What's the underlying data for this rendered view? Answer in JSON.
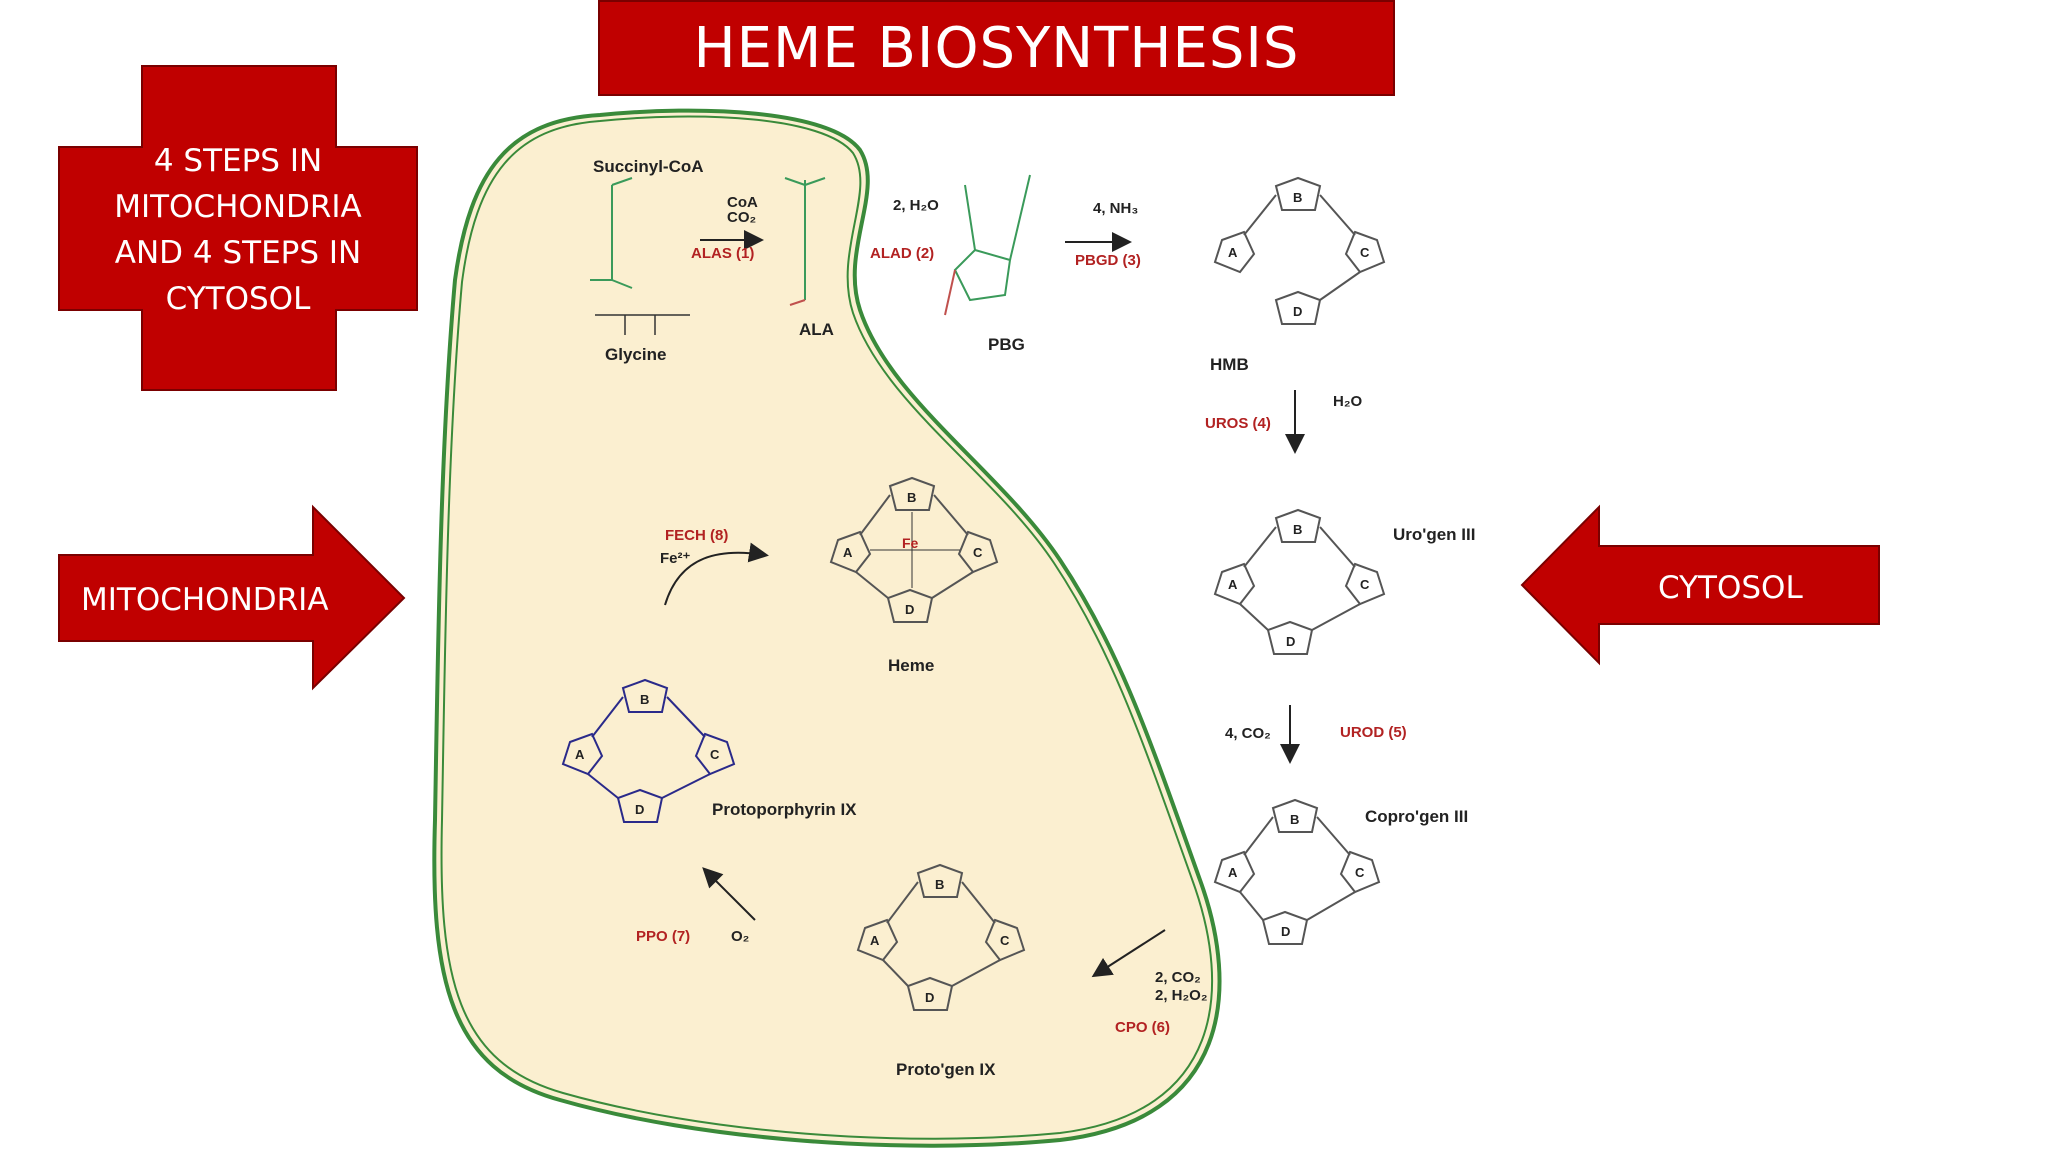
{
  "title": "HEME BIOSYNTHESIS",
  "callouts": {
    "steps": [
      "4 STEPS IN",
      "MITOCHONDRIA",
      "AND 4 STEPS IN",
      "CYTOSOL"
    ],
    "left_arrow": "MITOCHONDRIA",
    "right_arrow": "CYTOSOL"
  },
  "colors": {
    "accent": "#c00000",
    "mito_fill": "#fbefd0",
    "mito_border": "#3a8a3a",
    "enzyme": "#b22222"
  },
  "compounds": {
    "succinyl": "Succinyl-CoA",
    "glycine": "Glycine",
    "ala": "ALA",
    "pbg": "PBG",
    "hmb": "HMB",
    "urogen": "Uro'gen III",
    "coprogen": "Copro'gen III",
    "protogen": "Proto'gen IX",
    "protoporphyrin": "Protoporphyrin IX",
    "heme": "Heme"
  },
  "enzymes": {
    "alas": "ALAS (1)",
    "alad": "ALAD (2)",
    "pbgd": "PBGD (3)",
    "uros": "UROS (4)",
    "urod": "UROD (5)",
    "cpo": "CPO (6)",
    "ppo": "PPO (7)",
    "fech": "FECH (8)"
  },
  "reagents": {
    "coa": "CoA",
    "co2": "CO₂",
    "h2o_2": "2, H₂O",
    "nh3_4": "4, NH₃",
    "h2o": "H₂O",
    "co2_4": "4, CO₂",
    "co2_2": "2, CO₂",
    "h2o2_2": "2, H₂O₂",
    "o2": "O₂",
    "fe": "Fe²⁺"
  },
  "ring_letters": [
    "A",
    "B",
    "C",
    "D"
  ],
  "fe_symbol": "Fe"
}
